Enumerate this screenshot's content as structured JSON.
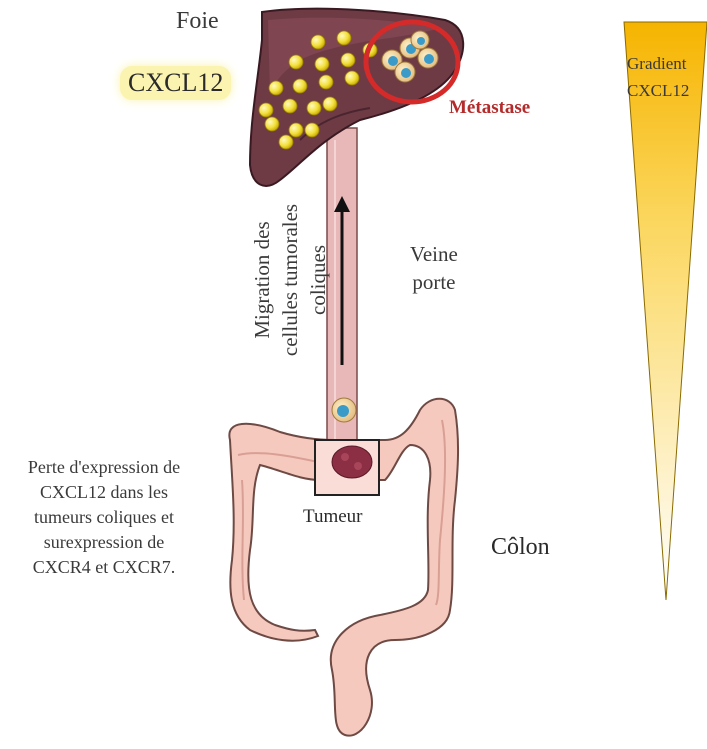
{
  "labels": {
    "liver": "Foie",
    "chemokine": "CXCL12",
    "metastasis": "Métastase",
    "portal_vein_line1": "Veine",
    "portal_vein_line2": "porte",
    "migration_line1": "Migration des",
    "migration_line2": "cellules tumorales",
    "migration_line3": "coliques",
    "tumor": "Tumeur",
    "colon": "Côlon",
    "note_line1": "Perte d'expression de",
    "note_line2": "CXCL12 dans les",
    "note_line3": "tumeurs coliques et",
    "note_line4": "surexpression de",
    "note_line5": "CXCR4 et CXCR7.",
    "gradient_line1": "Gradient",
    "gradient_line2": "CXCL12"
  },
  "colors": {
    "liver": "#6e3b45",
    "liver_dark": "#4a2530",
    "chemokine_dots": "#f2df3a",
    "metastasis_circle": "#d42a2a",
    "vein": "#e8b8b8",
    "colon": "#f6c9bf",
    "colon_outline": "#6e4a44",
    "tumor": "#8c2f44",
    "gradient_top": "#f6b400",
    "gradient_bottom": "#ffffff"
  }
}
